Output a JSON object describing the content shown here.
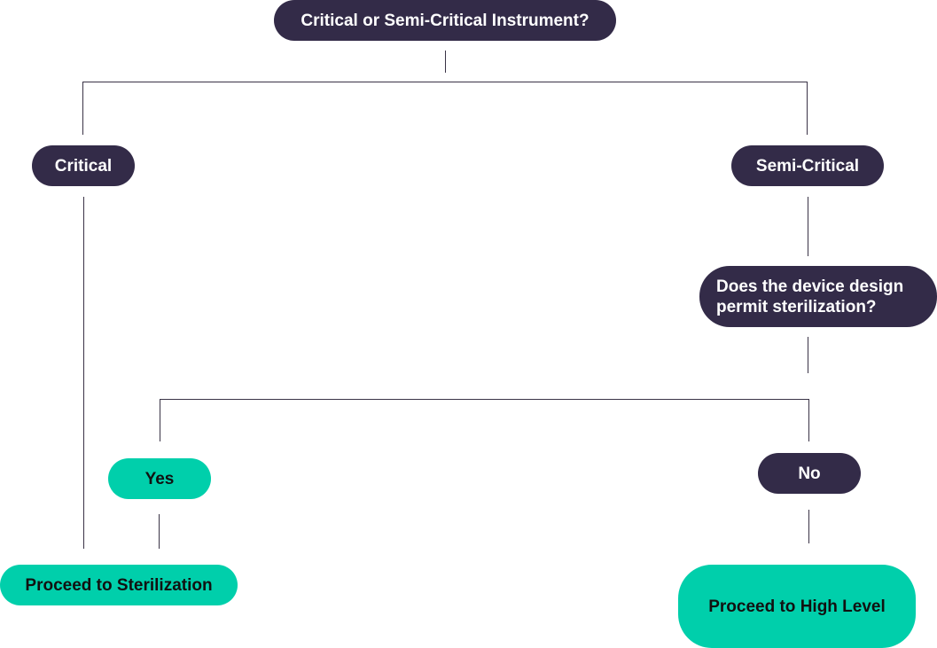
{
  "nodes": {
    "root": "Critical or Semi-Critical Instrument?",
    "critical": "Critical",
    "semi_critical": "Semi-Critical",
    "design_question_line1": "Does the device design",
    "design_question_line2": "permit sterilization?",
    "yes": "Yes",
    "no": "No",
    "proceed_sterilization": "Proceed to Sterilization",
    "proceed_high_level": "Proceed to High Level"
  },
  "colors": {
    "decision_node": "#332b48",
    "outcome_node": "#00cfab",
    "connector": "#3a3346"
  }
}
